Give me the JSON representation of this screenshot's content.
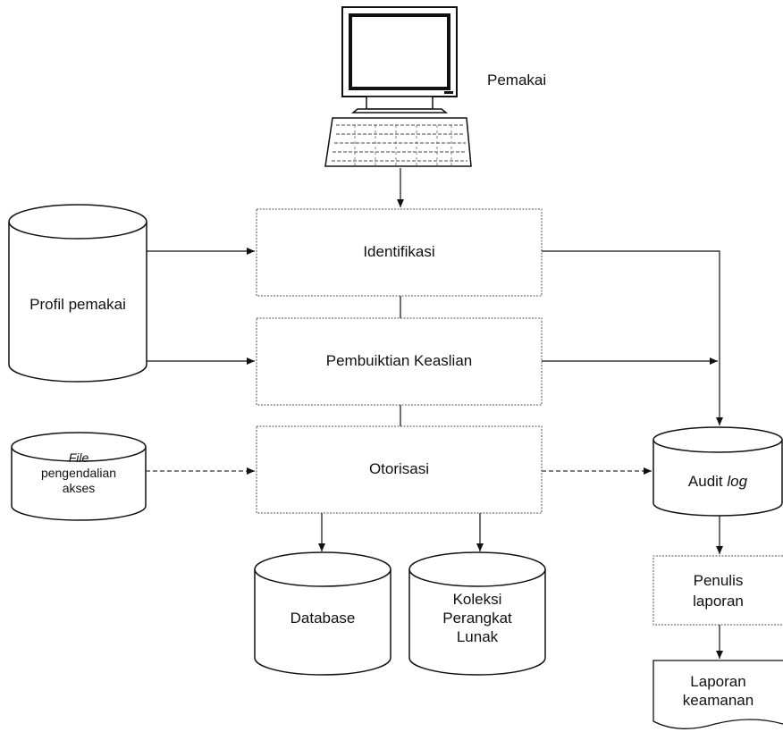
{
  "user": {
    "label": "Pemakai",
    "monitor_icon": "monitor-icon",
    "keyboard_icon": "keyboard-icon"
  },
  "process": {
    "identifikasi": "Identifikasi",
    "pembuktian": "Pembuiktian Keaslian",
    "otorisasi": "Otorisasi"
  },
  "stores": {
    "profil": "Profil pemakai",
    "file_word": "File",
    "file_rest1": "pengendalian",
    "file_rest2": "akses",
    "audit_word": "Audit",
    "audit_log": "log",
    "database": "Database",
    "koleksi1": "Koleksi",
    "koleksi2": "Perangkat",
    "koleksi3": "Lunak"
  },
  "outputs": {
    "penulis1": "Penulis",
    "penulis2": "laporan",
    "laporan1": "Laporan",
    "laporan2": "keamanan"
  }
}
